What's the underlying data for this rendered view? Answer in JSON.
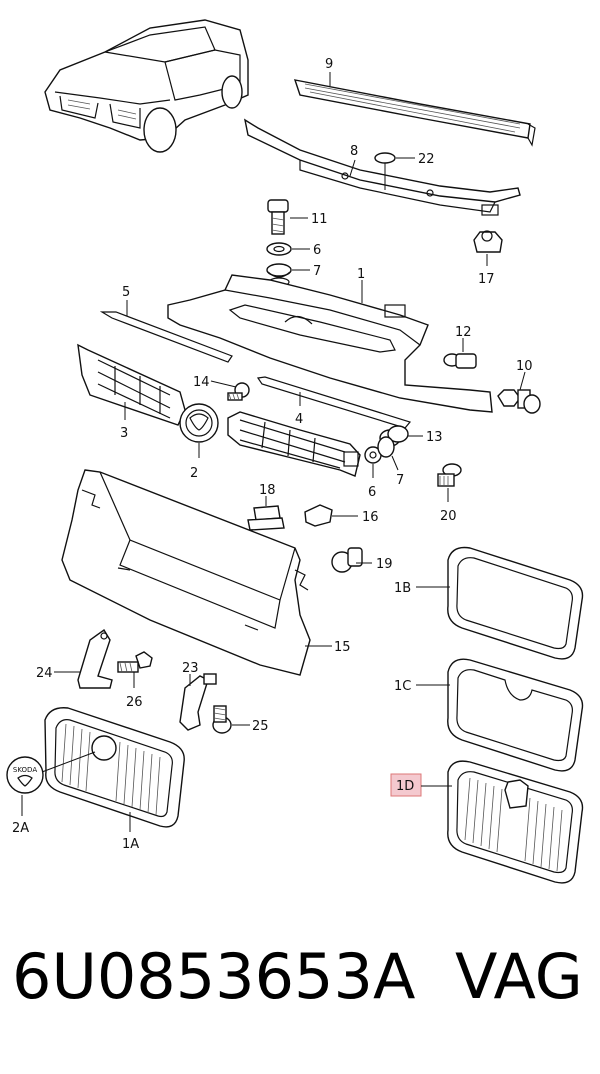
{
  "labels": {
    "p9": "9",
    "p8": "8",
    "p22": "22",
    "p11": "11",
    "p6a": "6",
    "p7a": "7",
    "p17": "17",
    "p1": "1",
    "p5": "5",
    "p12": "12",
    "p10": "10",
    "p14": "14",
    "p4": "4",
    "p3": "3",
    "p13": "13",
    "p2": "2",
    "p6b": "6",
    "p7b": "7",
    "p20": "20",
    "p18": "18",
    "p16": "16",
    "p19": "19",
    "p1B": "1B",
    "p15": "15",
    "p24": "24",
    "p23": "23",
    "p26": "26",
    "p1C": "1C",
    "p25": "25",
    "p1D": "1D",
    "p2A": "2A",
    "p1A": "1A"
  },
  "emblem_text": "SKODA",
  "highlight_color": "#f4c9cf",
  "highlight_border": "#d77",
  "footer": {
    "part_number": "6U0853653A",
    "brand": "VAG"
  }
}
